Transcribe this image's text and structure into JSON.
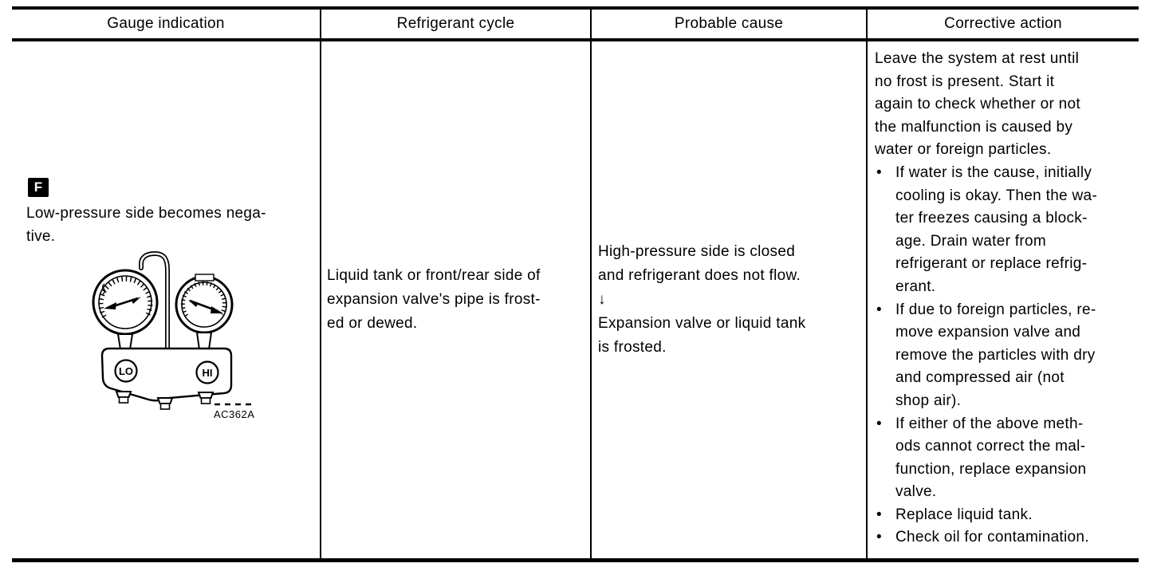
{
  "colors": {
    "ink": "#000000",
    "paper": "#ffffff"
  },
  "table": {
    "headers": [
      "Gauge indication",
      "Refrigerant cycle",
      "Probable cause",
      "Corrective action"
    ],
    "row": {
      "gauge": {
        "badge": "F",
        "text": "Low-pressure side becomes nega-\ntive.",
        "labels": {
          "lo": "LO",
          "hi": "HI"
        },
        "caption": "AC362A"
      },
      "cycle": "Liquid tank or front/rear side of\nexpansion valve's pipe is frost-\ned or dewed.",
      "cause": "High-pressure side is closed\nand refrigerant does not flow.\n↓\nExpansion valve or liquid tank\nis frosted.",
      "action": {
        "intro": "Leave the system at rest until\nno frost is present. Start it\nagain to check whether or not\nthe malfunction is caused by\nwater or foreign particles.",
        "bullet_char": "•",
        "bullets": [
          "If water is the cause, initially\ncooling is okay. Then the wa-\nter freezes causing a block-\nage. Drain water from\nrefrigerant or replace refrig-\nerant.",
          "If due to foreign particles, re-\nmove expansion valve and\nremove the particles with dry\nand compressed air (not\nshop air).",
          "If either of the above meth-\nods cannot correct the mal-\nfunction, replace expansion\nvalve.",
          "Replace liquid tank.",
          "Check oil for contamination."
        ]
      }
    }
  }
}
